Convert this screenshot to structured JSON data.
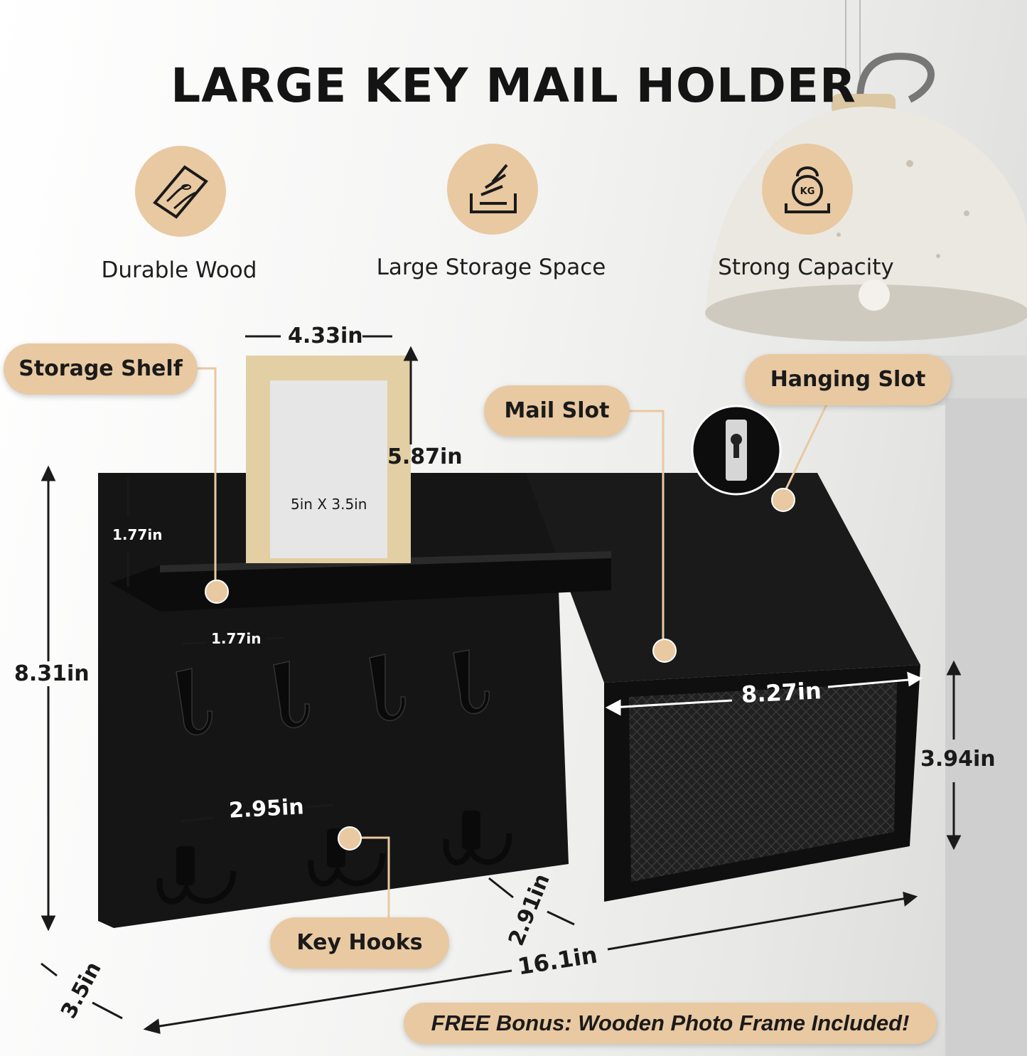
{
  "title": "LARGE KEY MAIL HOLDER",
  "features": [
    {
      "icon": "wood-plank-icon",
      "label": "Durable Wood"
    },
    {
      "icon": "storage-tray-icon",
      "label": "Large Storage Space"
    },
    {
      "icon": "kettlebell-icon",
      "label": "Strong Capacity",
      "icon_text": "KG"
    }
  ],
  "callouts": {
    "storage_shelf": "Storage Shelf",
    "mail_slot": "Mail Slot",
    "hanging_slot": "Hanging Slot",
    "key_hooks": "Key Hooks"
  },
  "dimensions": {
    "frame_width": "4.33in",
    "frame_height": "5.87in",
    "frame_size": "5in X 3.5in",
    "shelf_height": "1.77in",
    "hook_spacing_top": "1.77in",
    "total_height": "8.31in",
    "hook_spacing_bottom": "2.95in",
    "mail_slot_width": "8.27in",
    "mail_slot_height": "3.94in",
    "mail_slot_depth": "2.91in",
    "total_width": "16.1in",
    "board_depth": "3.5in"
  },
  "bonus": "FREE Bonus: Wooden Photo Frame Included!",
  "colors": {
    "accent": "#e9c9a1",
    "board": "#151515",
    "frame_wood": "#e2cfa3"
  }
}
